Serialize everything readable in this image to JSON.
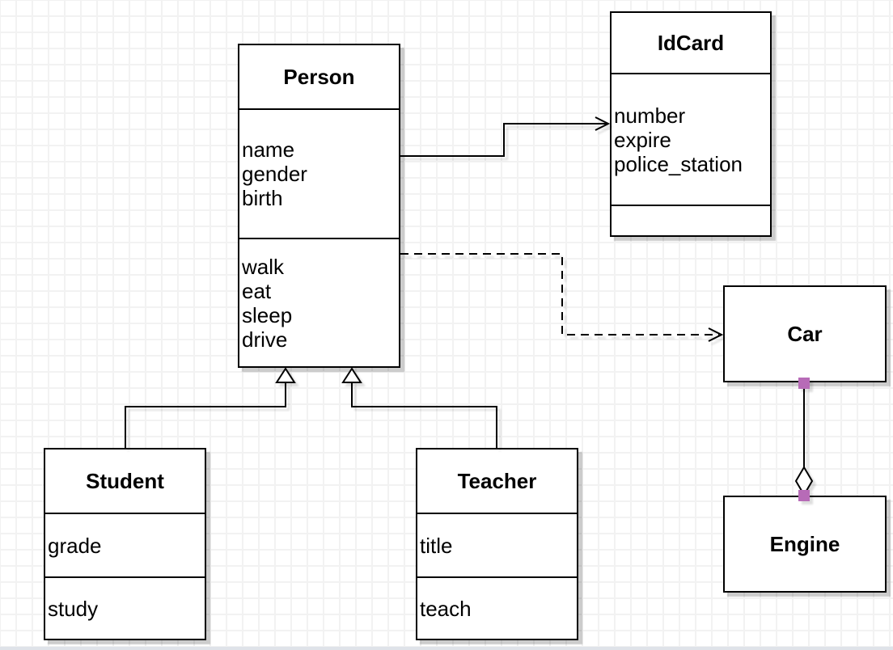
{
  "diagram": {
    "type": "uml-class-diagram",
    "classes": {
      "person": {
        "title": "Person",
        "attributes": [
          "name",
          "gender",
          "birth"
        ],
        "methods": [
          "walk",
          "eat",
          "sleep",
          "drive"
        ]
      },
      "idcard": {
        "title": "IdCard",
        "attributes": [
          "number",
          "expire",
          "police_station"
        ],
        "methods": []
      },
      "car": {
        "title": "Car",
        "attributes": [],
        "methods": []
      },
      "engine": {
        "title": "Engine",
        "attributes": [],
        "methods": []
      },
      "student": {
        "title": "Student",
        "attributes": [
          "grade"
        ],
        "methods": [
          "study"
        ]
      },
      "teacher": {
        "title": "Teacher",
        "attributes": [
          "title"
        ],
        "methods": [
          "teach"
        ]
      }
    },
    "relationships": [
      {
        "from": "Person",
        "to": "IdCard",
        "type": "association",
        "line": "solid",
        "arrowhead": "open"
      },
      {
        "from": "Person",
        "to": "Car",
        "type": "dependency",
        "line": "dashed",
        "arrowhead": "open"
      },
      {
        "from": "Student",
        "to": "Person",
        "type": "generalization",
        "line": "solid",
        "arrowhead": "hollow-triangle"
      },
      {
        "from": "Teacher",
        "to": "Person",
        "type": "generalization",
        "line": "solid",
        "arrowhead": "hollow-triangle"
      },
      {
        "from": "Car",
        "to": "Engine",
        "type": "aggregation",
        "line": "solid",
        "arrowhead": "hollow-diamond"
      }
    ],
    "colors": {
      "stroke": "#000000",
      "class_fill": "#ffffff",
      "grid_line": "#f2f2f2",
      "endpoint_handle": "#b76bb7",
      "canvas_bottom_edge": "#dfe3e9"
    }
  }
}
